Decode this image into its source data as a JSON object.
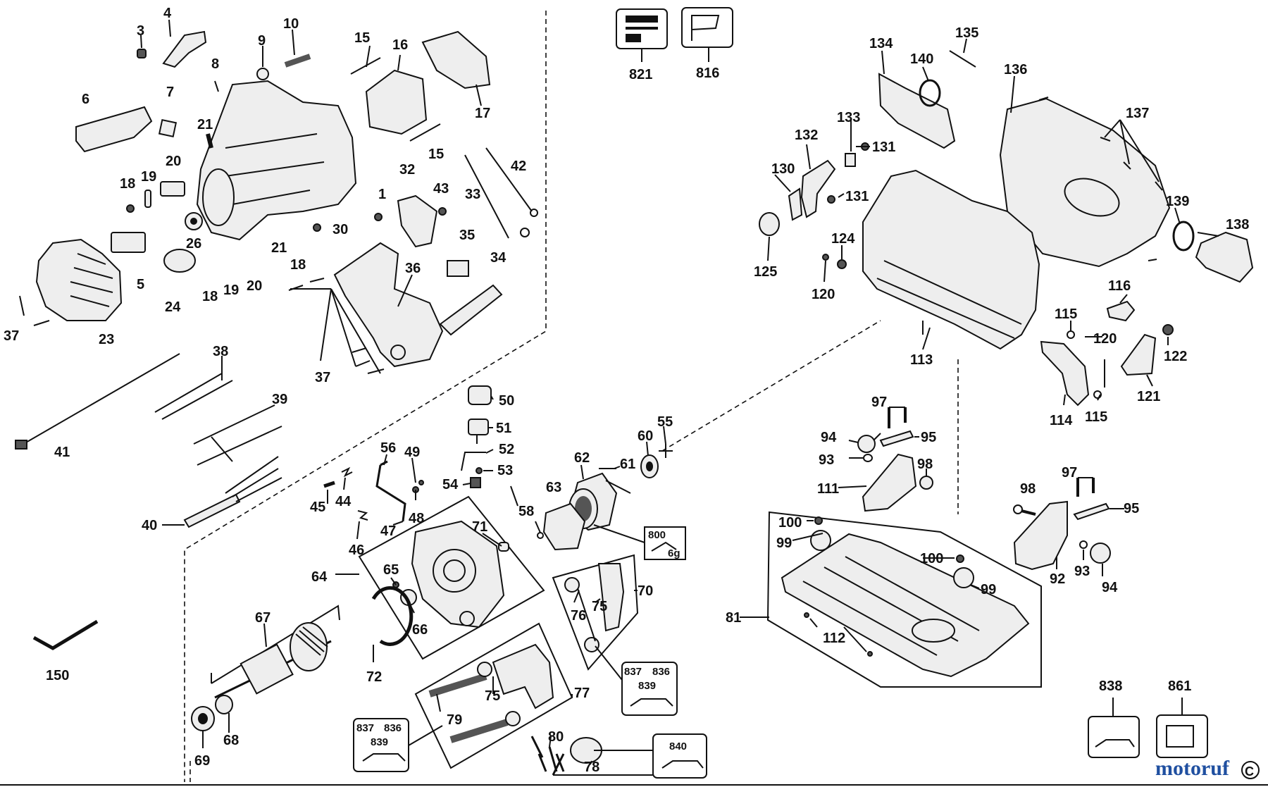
{
  "labels": {
    "p3": "3",
    "p4": "4",
    "p6": "6",
    "p7": "7",
    "p8": "8",
    "p9": "9",
    "p10": "10",
    "p15a": "15",
    "p15b": "15",
    "p16": "16",
    "p17": "17",
    "p18a": "18",
    "p18b": "18",
    "p18c": "18",
    "p19a": "19",
    "p19b": "19",
    "p20a": "20",
    "p20b": "20",
    "p21a": "21",
    "p21b": "21",
    "p23": "23",
    "p24": "24",
    "p26": "26",
    "p30": "30",
    "p32": "32",
    "p33": "33",
    "p34": "34",
    "p35": "35",
    "p36": "36",
    "p37a": "37",
    "p37b": "37",
    "p38": "38",
    "p39": "39",
    "p40": "40",
    "p41": "41",
    "p42": "42",
    "p43": "43",
    "p44": "44",
    "p45": "45",
    "p46": "46",
    "p47": "47",
    "p48": "48",
    "p49": "49",
    "p50": "50",
    "p51": "51",
    "p52": "52",
    "p53": "53",
    "p54": "54",
    "p55": "55",
    "p56": "56",
    "p58": "58",
    "p60": "60",
    "p61": "61",
    "p62": "62",
    "p63": "63",
    "p64": "64",
    "p65": "65",
    "p66": "66",
    "p67": "67",
    "p68": "68",
    "p69": "69",
    "p70": "70",
    "p71": "71",
    "p72": "72",
    "p75a": "75",
    "p75b": "75",
    "p76": "76",
    "p77": "77",
    "p78": "78",
    "p79": "79",
    "p80": "80",
    "p81": "81",
    "p92": "92",
    "p93a": "93",
    "p93b": "93",
    "p94a": "94",
    "p94b": "94",
    "p95a": "95",
    "p95b": "95",
    "p97a": "97",
    "p97b": "97",
    "p98a": "98",
    "p98b": "98",
    "p99a": "99",
    "p99b": "99",
    "p100a": "100",
    "p100b": "100",
    "p111": "111",
    "p112": "112",
    "p113": "113",
    "p114": "114",
    "p115a": "115",
    "p115b": "115",
    "p116": "116",
    "p120a": "120",
    "p120b": "120",
    "p121": "121",
    "p122": "122",
    "p124": "124",
    "p125": "125",
    "p130": "130",
    "p131a": "131",
    "p131b": "131",
    "p132": "132",
    "p133": "133",
    "p134": "134",
    "p135": "135",
    "p136": "136",
    "p137": "137",
    "p138": "138",
    "p139": "139",
    "p140": "140",
    "p150": "150",
    "p816": "816",
    "p821": "821",
    "p838": "838",
    "p861": "861",
    "p5": "5",
    "p1": "1"
  },
  "kits": {
    "kit_a": {
      "l1": "837",
      "l2": "836",
      "l3": "839"
    },
    "kit_b": {
      "l1": "837",
      "l2": "836",
      "l3": "839"
    },
    "kit_840": "840",
    "lube_800": "800",
    "lube_6g": "6g"
  },
  "watermark": {
    "text": "motoruf",
    "colors": [
      "#1f4fa0",
      "#c8281e",
      "#d8a021"
    ]
  },
  "copyright_symbol": "C"
}
